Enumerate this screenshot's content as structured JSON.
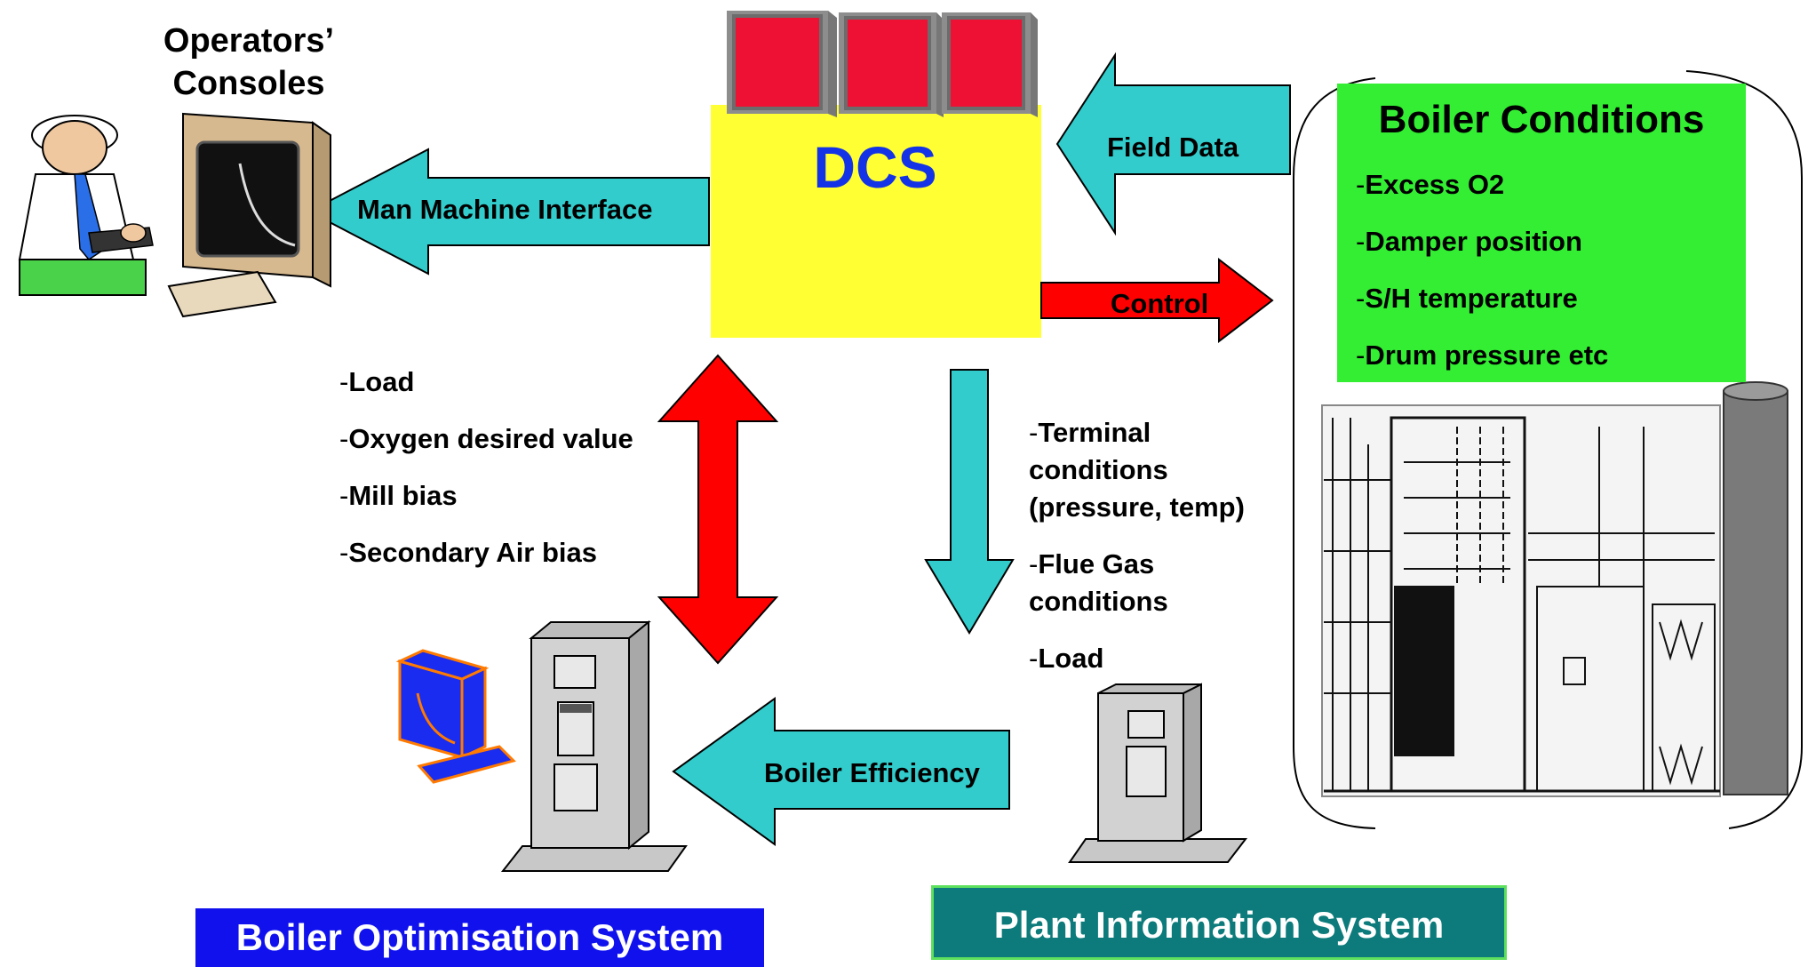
{
  "operators": {
    "title_line1": "Operators’",
    "title_line2": "Consoles"
  },
  "dcs": {
    "title": "DCS"
  },
  "arrows": {
    "man_machine_interface": "Man Machine Interface",
    "field_data": "Field Data",
    "control": "Control",
    "boiler_efficiency": "Boiler Efficiency"
  },
  "optimisation_outputs": [
    {
      "dash": "-",
      "text": "Load"
    },
    {
      "dash": "-",
      "text": "Oxygen desired value"
    },
    {
      "dash": "-",
      "text": "Mill bias"
    },
    {
      "dash": "-",
      "text": "Secondary Air bias"
    }
  ],
  "plant_info_inputs": [
    {
      "dash": "-",
      "text": "Terminal\nconditions\n(pressure, temp)"
    },
    {
      "dash": "-",
      "text": "Flue Gas\nconditions"
    },
    {
      "dash": "-",
      "text": "Load"
    }
  ],
  "boiler_conditions": {
    "title": "Boiler Conditions",
    "items": [
      {
        "dash": "-",
        "text": "Excess O2"
      },
      {
        "dash": "-",
        "text": "Damper position"
      },
      {
        "dash": "-",
        "text": "S/H temperature"
      },
      {
        "dash": "-",
        "text": "Drum pressure etc"
      }
    ]
  },
  "systems": {
    "boiler_optimisation": "Boiler Optimisation System",
    "plant_information": "Plant Information System"
  },
  "colors": {
    "teal_arrow": "#33cccc",
    "red_arrow": "#ff0000",
    "dcs_box": "#ffff33",
    "boiler_box": "#33ee33",
    "bos_box": "#1111ee",
    "pis_box": "#0d7b7b"
  }
}
